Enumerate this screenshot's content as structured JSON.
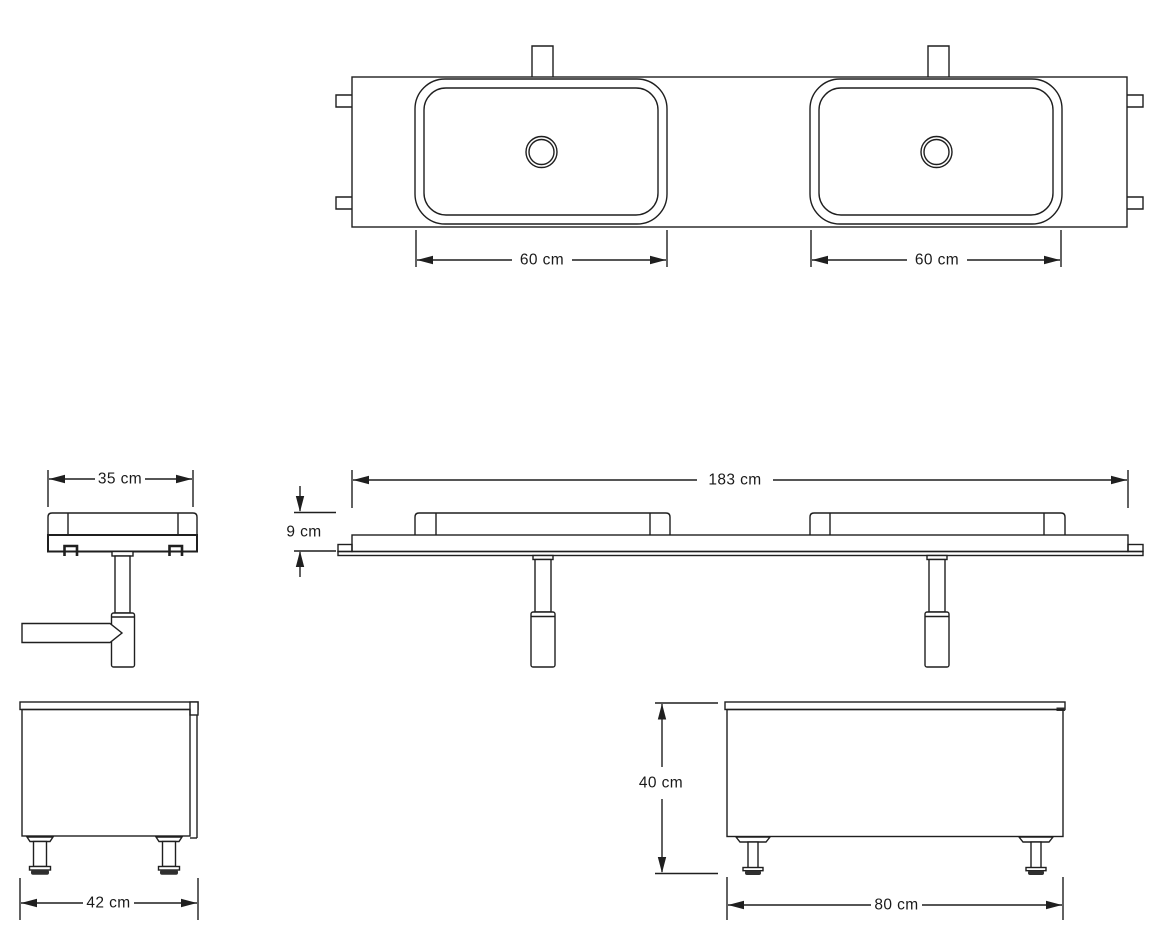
{
  "views": {
    "top_view": {
      "dim_basin1": "60 cm",
      "dim_basin2": "60 cm"
    },
    "side_section_view": {
      "dim_depth": "35 cm"
    },
    "front_section_view": {
      "dim_length": "183 cm",
      "dim_thickness": "9 cm"
    },
    "cabinet_side_view": {
      "dim_width": "42 cm"
    },
    "cabinet_front_view": {
      "dim_height": "40 cm",
      "dim_width": "80 cm"
    }
  },
  "colors": {
    "line": "#1f1f1f",
    "text": "#1a1a1a",
    "background": "#ffffff",
    "leg_foot": "#2f2f2f"
  }
}
